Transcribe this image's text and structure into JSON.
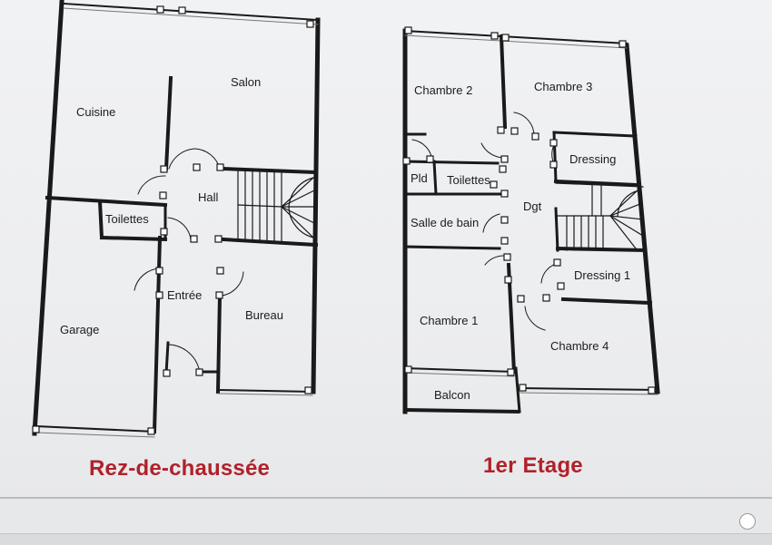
{
  "ground_floor": {
    "title": "Rez-de-chaussée",
    "rooms": {
      "salon": "Salon",
      "cuisine": "Cuisine",
      "hall": "Hall",
      "toilettes": "Toilettes",
      "entree": "Entrée",
      "garage": "Garage",
      "bureau": "Bureau"
    }
  },
  "first_floor": {
    "title": "1er Etage",
    "rooms": {
      "chambre2": "Chambre 2",
      "chambre3": "Chambre 3",
      "pld": "Pld",
      "toilettes": "Toilettes",
      "dressing": "Dressing",
      "dgt": "Dgt",
      "salle_de_bain": "Salle de bain",
      "dressing1": "Dressing 1",
      "chambre1": "Chambre 1",
      "chambre4": "Chambre 4",
      "balcon": "Balcon"
    }
  },
  "colors": {
    "wall": "#1a1a1a",
    "title": "#b0212a",
    "background": "#eeeff1"
  }
}
